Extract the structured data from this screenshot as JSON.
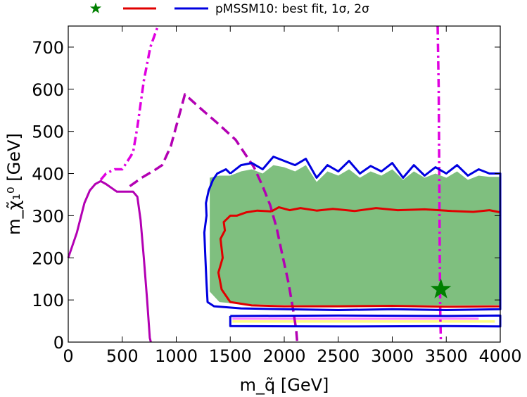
{
  "chart_data": {
    "type": "line",
    "title": "",
    "xlabel": "m_q̃ [GeV]",
    "ylabel": "m_χ̃₁⁰ [GeV]",
    "xlim": [
      0,
      4000
    ],
    "ylim": [
      0,
      750
    ],
    "x_ticks": [
      0,
      500,
      1000,
      1500,
      2000,
      2500,
      3000,
      3500,
      4000
    ],
    "y_ticks": [
      0,
      100,
      200,
      300,
      400,
      500,
      600,
      700
    ],
    "grid": false,
    "legend": {
      "placement": "top",
      "label": "pMSSM10: best fit, 1σ, 2σ",
      "entries": [
        {
          "marker": "star",
          "color": "#008000"
        },
        {
          "marker": "line",
          "color": "#e00000"
        },
        {
          "marker": "line",
          "color": "#0000e0"
        }
      ]
    },
    "colors": {
      "green_fill": "#7fbf7f",
      "red_contour": "#e00000",
      "blue_contour": "#0000e0",
      "magenta_limit": "#b300b3",
      "magenta_dashdot": "#e000e0",
      "best_fit_star": "#008000",
      "pink_band": "#ff80ff",
      "yellow_band": "#ffff80"
    },
    "best_fit": {
      "x": 3450,
      "y": 125
    },
    "series": [
      {
        "style": "solid",
        "color": "#b300b3",
        "x": [
          0,
          80,
          150,
          200,
          250,
          300,
          350,
          450,
          600,
          640,
          670,
          700,
          730,
          755,
          765
        ],
        "y": [
          200,
          260,
          330,
          360,
          375,
          382,
          375,
          357,
          357,
          345,
          290,
          200,
          100,
          10,
          0
        ]
      },
      {
        "style": "dashed",
        "color": "#b300b3",
        "x": [
          570,
          680,
          800,
          870,
          950,
          1080,
          1200,
          1380,
          1550,
          1720,
          1800,
          1870,
          1930,
          1980,
          2040,
          2080,
          2110,
          2120
        ],
        "y": [
          370,
          390,
          408,
          420,
          465,
          588,
          560,
          520,
          480,
          415,
          370,
          325,
          270,
          210,
          140,
          80,
          30,
          0
        ]
      },
      {
        "style": "dashdot",
        "color": "#e000e0",
        "x": [
          300,
          350,
          430,
          500,
          600,
          640,
          700,
          760,
          830
        ],
        "y": [
          385,
          400,
          410,
          410,
          450,
          510,
          620,
          700,
          750
        ]
      },
      {
        "style": "dashdot",
        "color": "#e000e0",
        "x": [
          3420,
          3430,
          3435,
          3440,
          3445,
          3450
        ],
        "y": [
          750,
          600,
          400,
          200,
          60,
          0
        ]
      },
      {
        "style": "solid",
        "color": "#e00000",
        "x": [
          1880,
          1950,
          2050,
          2150,
          2300,
          2450,
          2650,
          2850,
          3050,
          3300,
          3550,
          3750,
          3900,
          4000,
          4000,
          3500,
          3000,
          2500,
          2000,
          1700,
          1500,
          1420,
          1390,
          1430,
          1410,
          1450,
          1440,
          1500,
          1560,
          1650,
          1750,
          1880
        ],
        "y": [
          310,
          320,
          313,
          318,
          312,
          316,
          311,
          318,
          313,
          315,
          311,
          309,
          313,
          308,
          85,
          84,
          86,
          85,
          85,
          87,
          95,
          125,
          165,
          200,
          245,
          265,
          285,
          300,
          300,
          308,
          312,
          310
        ]
      },
      {
        "style": "solid",
        "color": "#0000e0",
        "x": [
          1500,
          1600,
          1700,
          1800,
          1900,
          2000,
          2100,
          2200,
          2300,
          2400,
          2500,
          2600,
          2700,
          2800,
          2900,
          3000,
          3100,
          3200,
          3300,
          3400,
          3500,
          3600,
          3700,
          3800,
          3900,
          4000,
          4000,
          3500,
          3000,
          2500,
          2000,
          1600,
          1350,
          1290,
          1280,
          1270,
          1260,
          1280,
          1275,
          1300,
          1340,
          1380,
          1420,
          1460,
          1500
        ],
        "y": [
          400,
          420,
          425,
          410,
          440,
          430,
          420,
          435,
          390,
          420,
          405,
          430,
          400,
          418,
          405,
          425,
          390,
          420,
          395,
          415,
          400,
          420,
          395,
          410,
          400,
          400,
          78,
          76,
          78,
          76,
          78,
          80,
          85,
          95,
          140,
          200,
          260,
          300,
          330,
          360,
          385,
          400,
          405,
          410,
          400
        ]
      },
      {
        "style": "solid",
        "color": "#0000e0",
        "x": [
          1500,
          2500,
          3500,
          4000,
          4000,
          3500,
          2500,
          1500,
          1500
        ],
        "y": [
          62,
          63,
          62,
          63,
          37,
          38,
          37,
          38,
          62
        ]
      }
    ],
    "regions": [
      {
        "fill": "#7fbf7f",
        "x": [
          1310,
          1400,
          1500,
          1600,
          1700,
          1800,
          1900,
          2000,
          2100,
          2200,
          2300,
          2400,
          2500,
          2600,
          2700,
          2800,
          2900,
          3000,
          3100,
          3200,
          3300,
          3400,
          3500,
          3600,
          3700,
          3800,
          3900,
          3990,
          3990,
          3500,
          3000,
          2500,
          2000,
          1600,
          1400,
          1310
        ],
        "y": [
          390,
          395,
          395,
          405,
          410,
          400,
          420,
          415,
          405,
          420,
          380,
          405,
          395,
          410,
          390,
          405,
          395,
          410,
          385,
          405,
          390,
          400,
          390,
          405,
          385,
          395,
          392,
          392,
          88,
          87,
          88,
          87,
          88,
          90,
          95,
          120
        ]
      },
      {
        "fill": "#ff80ff",
        "x": [
          1520,
          3800,
          3800,
          1520
        ],
        "y": [
          58,
          58,
          53,
          53
        ]
      },
      {
        "fill": "#ffff80",
        "x": [
          1520,
          3950,
          3950,
          1520
        ],
        "y": [
          52,
          52,
          46,
          46
        ]
      }
    ]
  }
}
